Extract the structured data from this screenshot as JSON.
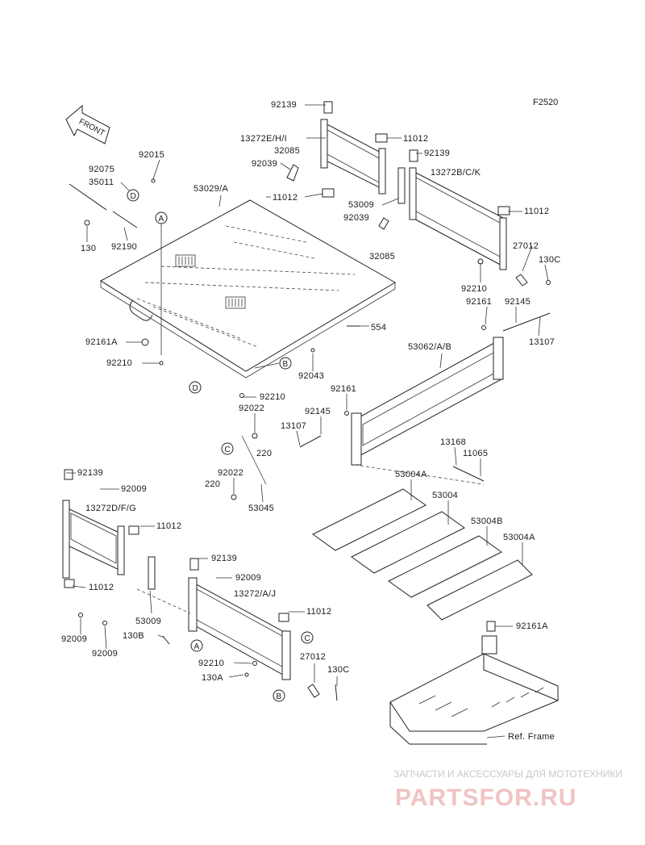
{
  "diagram": {
    "code": "F2520",
    "front_label": "FRONT",
    "ref_frame_label": "Ref. Frame",
    "parts": [
      {
        "id": "p92139a",
        "number": "92139"
      },
      {
        "id": "p13272EHI",
        "number": "13272E/H/I"
      },
      {
        "id": "p11012a",
        "number": "11012"
      },
      {
        "id": "p32085a",
        "number": "32085"
      },
      {
        "id": "p92039a",
        "number": "92039"
      },
      {
        "id": "p11012b",
        "number": "11012"
      },
      {
        "id": "p92139b",
        "number": "92139"
      },
      {
        "id": "p13272BCK",
        "number": "13272B/C/K"
      },
      {
        "id": "p53009a",
        "number": "53009"
      },
      {
        "id": "p11012c",
        "number": "11012"
      },
      {
        "id": "p92039b",
        "number": "92039"
      },
      {
        "id": "p27012a",
        "number": "27012"
      },
      {
        "id": "p32085b",
        "number": "32085"
      },
      {
        "id": "p130Ca",
        "number": "130C"
      },
      {
        "id": "p92210a",
        "number": "92210"
      },
      {
        "id": "p92015",
        "number": "92015"
      },
      {
        "id": "p92075",
        "number": "92075"
      },
      {
        "id": "p35011",
        "number": "35011"
      },
      {
        "id": "p53029A",
        "number": "53029/A"
      },
      {
        "id": "p130",
        "number": "130"
      },
      {
        "id": "p92190",
        "number": "92190"
      },
      {
        "id": "p92161b",
        "number": "92161"
      },
      {
        "id": "p92145a",
        "number": "92145"
      },
      {
        "id": "p554",
        "number": "554"
      },
      {
        "id": "p13107a",
        "number": "13107"
      },
      {
        "id": "p92161A_a",
        "number": "92161A"
      },
      {
        "id": "p53062AB",
        "number": "53062/A/B"
      },
      {
        "id": "p92210b",
        "number": "92210"
      },
      {
        "id": "p92043",
        "number": "92043"
      },
      {
        "id": "p92161c",
        "number": "92161"
      },
      {
        "id": "p92210c",
        "number": "92210"
      },
      {
        "id": "p92022a",
        "number": "92022"
      },
      {
        "id": "p92145b",
        "number": "92145"
      },
      {
        "id": "p13107b",
        "number": "13107"
      },
      {
        "id": "p13168",
        "number": "13168"
      },
      {
        "id": "p220a",
        "number": "220"
      },
      {
        "id": "p11065",
        "number": "11065"
      },
      {
        "id": "p92022b",
        "number": "92022"
      },
      {
        "id": "p220b",
        "number": "220"
      },
      {
        "id": "p53004A_a",
        "number": "53004A"
      },
      {
        "id": "p53045",
        "number": "53045"
      },
      {
        "id": "p53004",
        "number": "53004"
      },
      {
        "id": "p92139c",
        "number": "92139"
      },
      {
        "id": "p53004B",
        "number": "53004B"
      },
      {
        "id": "p92009a",
        "number": "92009"
      },
      {
        "id": "p53004A_b",
        "number": "53004A"
      },
      {
        "id": "p13272DFG",
        "number": "13272D/F/G"
      },
      {
        "id": "p11012d",
        "number": "11012"
      },
      {
        "id": "p92139d",
        "number": "92139"
      },
      {
        "id": "p92009b",
        "number": "92009"
      },
      {
        "id": "p11012e",
        "number": "11012"
      },
      {
        "id": "p13272AJ",
        "number": "13272/A/J"
      },
      {
        "id": "p11012f",
        "number": "11012"
      },
      {
        "id": "p53009b",
        "number": "53009"
      },
      {
        "id": "p92161A_b",
        "number": "92161A"
      },
      {
        "id": "p92009c",
        "number": "92009"
      },
      {
        "id": "p130B",
        "number": "130B"
      },
      {
        "id": "p92009d",
        "number": "92009"
      },
      {
        "id": "p27012b",
        "number": "27012"
      },
      {
        "id": "p92210d",
        "number": "92210"
      },
      {
        "id": "p130C_b",
        "number": "130C"
      },
      {
        "id": "p130A",
        "number": "130A"
      }
    ],
    "callouts": [
      "A",
      "B",
      "C",
      "D"
    ]
  },
  "watermark": {
    "caption": "ЗАПЧАСТИ И АКСЕССУАРЫ ДЛЯ МОТОТЕХНИКИ",
    "brand": "PARTSFOR.RU",
    "brand_color": "#f0c4c4"
  }
}
